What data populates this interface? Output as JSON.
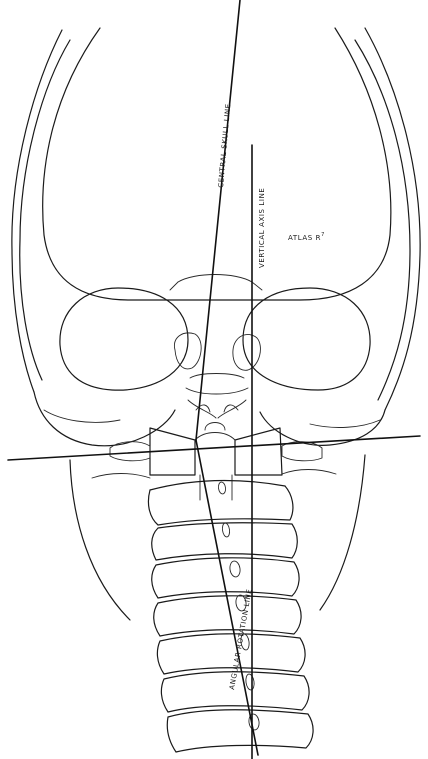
{
  "labels": {
    "central_skull_line": "CENTRAL SKULL LINE",
    "vertical_axis_line": "VERTICAL AXIS LINE",
    "atlas": "ATLAS R",
    "atlas_superscript": "7",
    "angular_rotation_line": "ANGULAR ROTATION LINE"
  },
  "colors": {
    "ink": "#1a1a1a",
    "paper": "#ffffff"
  }
}
